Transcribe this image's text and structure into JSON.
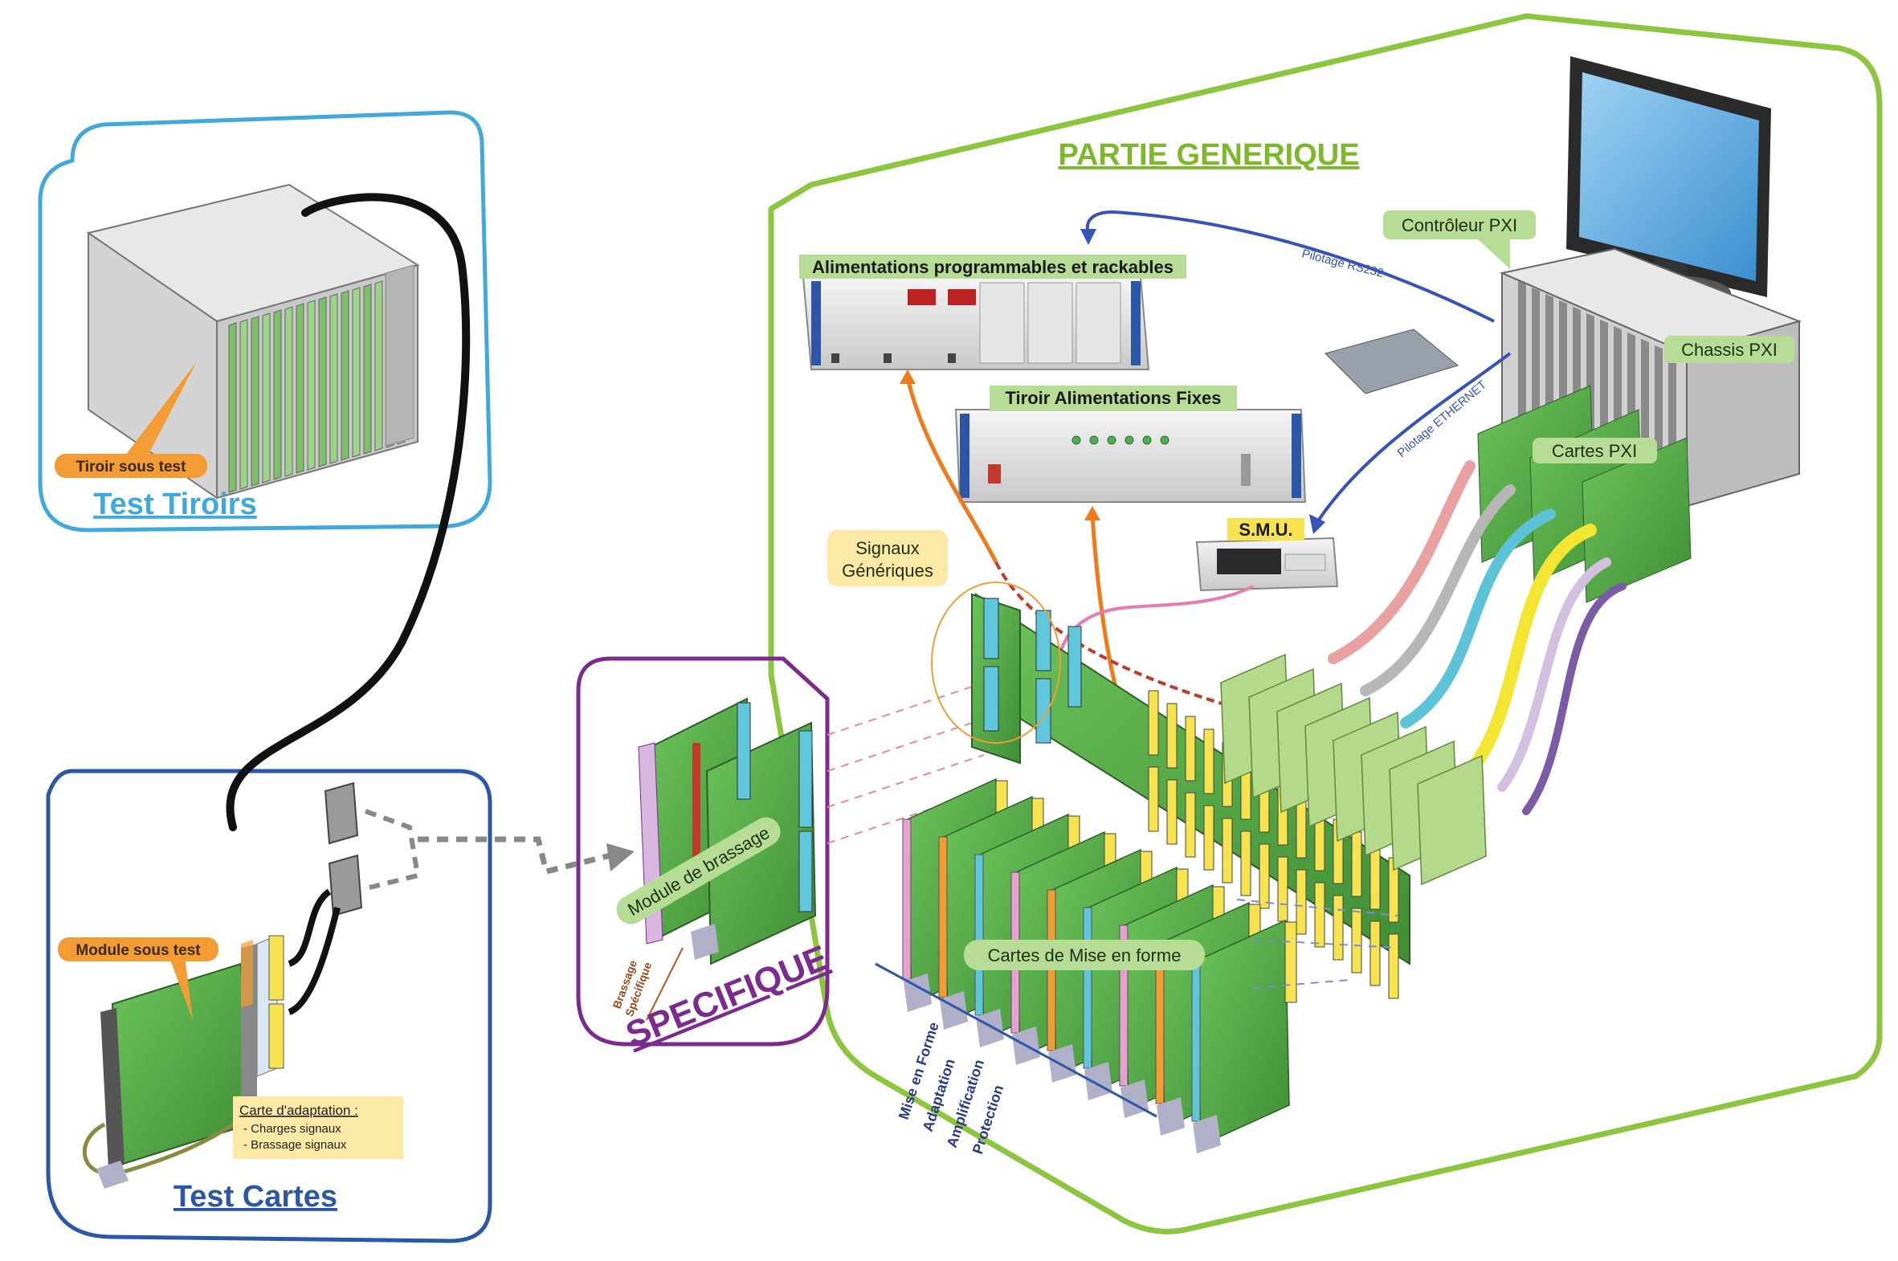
{
  "sections": {
    "test_tiroirs": {
      "title": "Test Tiroirs",
      "tag": "Tiroir sous test"
    },
    "test_cartes": {
      "title": "Test Cartes",
      "module_tag": "Module sous test",
      "adaptation_title": "Carte d'adaptation :",
      "adaptation_items": [
        "- Charges signaux",
        "- Brassage signaux"
      ]
    },
    "specifique": {
      "title": "SPECIFIQUE",
      "module_label": "Module de brassage",
      "brassage_label_1": "Brassage",
      "brassage_label_2": "Spécifique"
    },
    "generique": {
      "title": "PARTIE GENERIQUE",
      "alim_label": "Alimentations programmables et rackables",
      "tiroir_alim_label": "Tiroir Alimentations Fixes",
      "controleur_label": "Contrôleur PXI",
      "chassis_label": "Chassis PXI",
      "cartes_pxi_label": "Cartes PXI",
      "smu_label": "S.M.U.",
      "signaux_label_1": "Signaux",
      "signaux_label_2": "Génériques",
      "mise_en_forme_label": "Cartes de Mise en forme",
      "pilotage_rs232": "Pilotage RS232",
      "pilotage_ethernet": "Pilotage ETHERNET",
      "functions": [
        "Mise en Forme",
        "Adaptation",
        "Amplification",
        "Protection"
      ]
    }
  },
  "colors": {
    "tiroirs_border": "#3fa9dc",
    "cartes_border": "#2c56a8",
    "specifique_border": "#7d2a8e",
    "generique_border": "#8cc63f",
    "tag_orange": "#f39c34",
    "label_green": "#b7dc96",
    "label_yellow": "#fde9a6"
  }
}
